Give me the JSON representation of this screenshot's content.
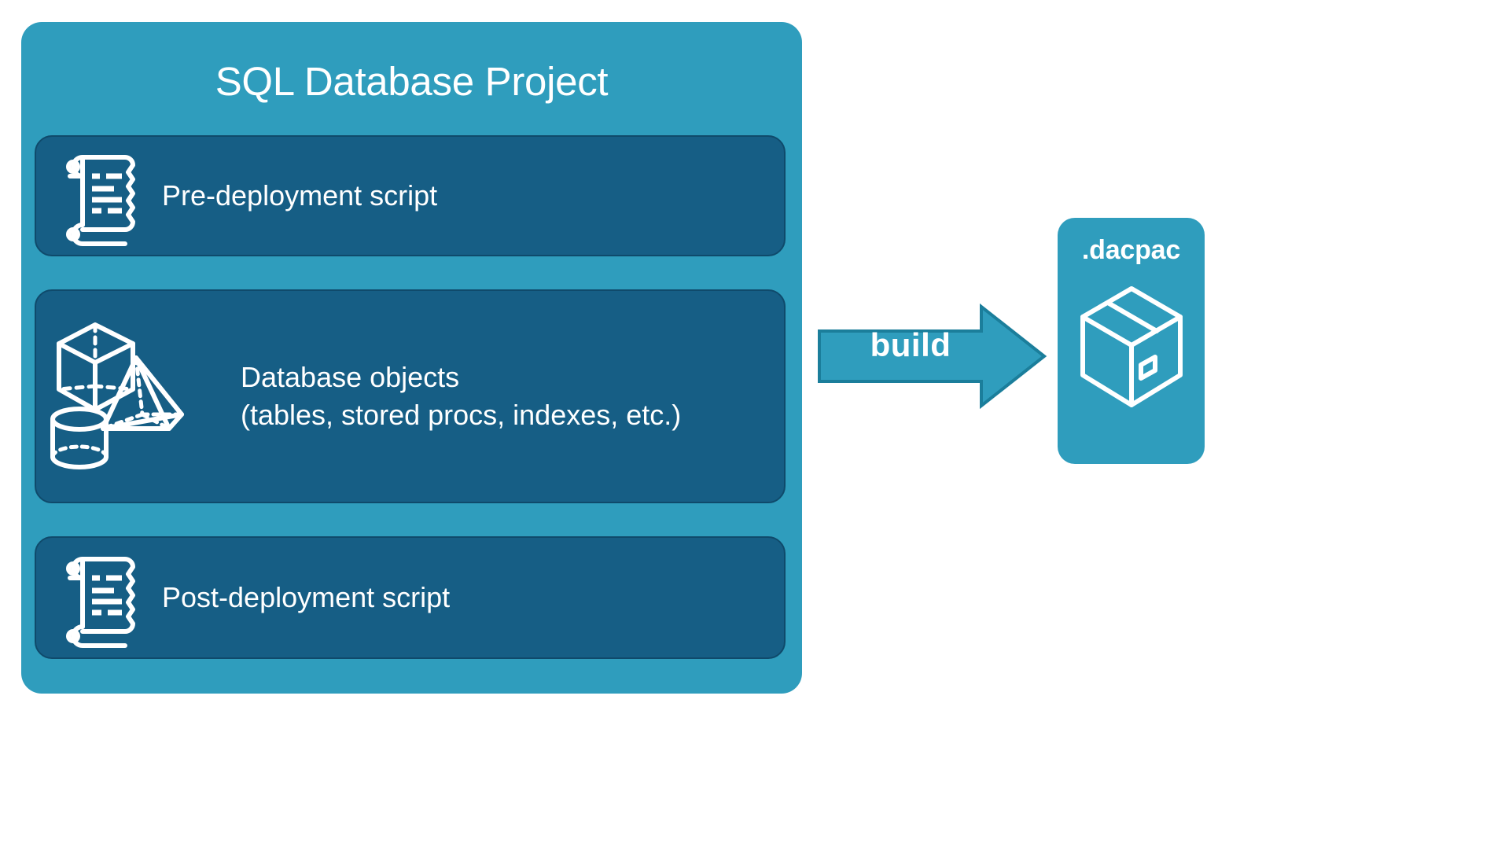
{
  "diagram": {
    "title": "SQL Database Project",
    "background_color": "#FFFFFF"
  },
  "colors": {
    "panel_teal": "#2F9DBD",
    "card_dark_blue": "#165E85",
    "card_border": "#0F4A6B",
    "arrow_fill": "#2F9DBD",
    "arrow_stroke": "#1B7E9B",
    "icon_white": "#FFFFFF",
    "text_white": "#FFFFFF"
  },
  "project_panel": {
    "title": "SQL Database Project",
    "cards": [
      {
        "id": "pre-deployment",
        "label": "Pre-deployment script",
        "icon": "scroll-icon"
      },
      {
        "id": "database-objects",
        "label": "Database objects\n(tables, stored procs, indexes, etc.)",
        "line1": "Database objects",
        "line2": "(tables, stored procs, indexes, etc.)",
        "icon": "shapes-icon"
      },
      {
        "id": "post-deployment",
        "label": "Post-deployment script",
        "icon": "scroll-icon"
      }
    ]
  },
  "build_arrow": {
    "label": "build",
    "direction": "right",
    "icon": "arrow-right-icon"
  },
  "output": {
    "label": ".dacpac",
    "icon": "package-box-icon"
  }
}
